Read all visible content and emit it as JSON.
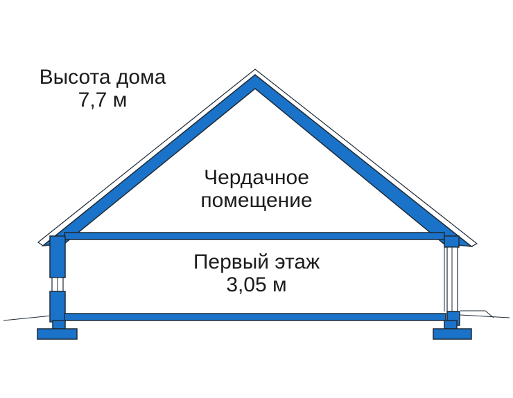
{
  "colors": {
    "wall": "#1a73c9",
    "outline": "#1f2a36",
    "roof_edge": "#ffffff",
    "text": "#1c1c1c",
    "background": "#ffffff"
  },
  "labels": {
    "house_height_title": "Высота дома",
    "house_height_value": "7,7 м",
    "attic_line1": "Чердачное",
    "attic_line2": "помещение",
    "first_floor_line1": "Первый этаж",
    "first_floor_line2": "3,05 м"
  }
}
